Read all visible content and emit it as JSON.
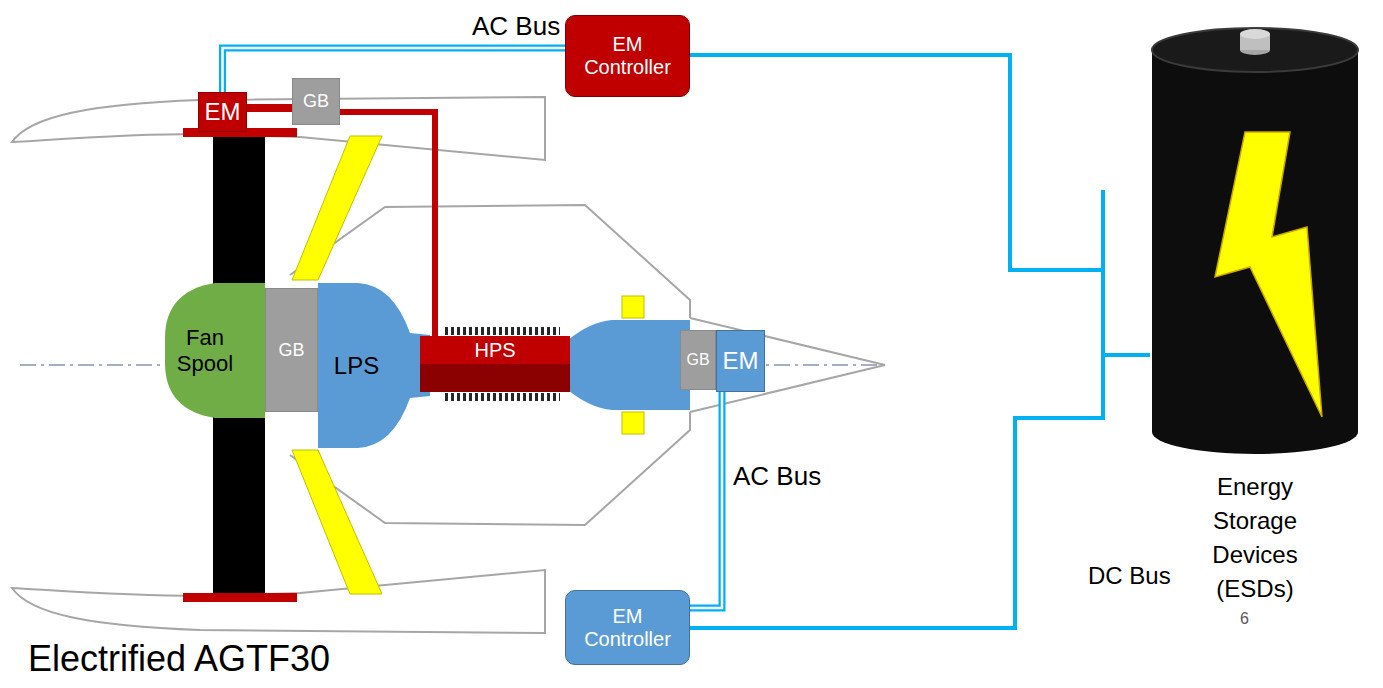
{
  "diagram": {
    "caption": "Electrified AGTF30",
    "nodes": [
      {
        "text": [
          "EM"
        ]
      },
      {
        "text": [
          "GB"
        ]
      },
      {
        "text": [
          "EM Controller"
        ]
      },
      {
        "text": [
          "Fan Spool"
        ]
      },
      {
        "text": [
          "GB"
        ]
      },
      {
        "text": [
          "LPS"
        ]
      },
      {
        "text": [
          "HPS"
        ]
      },
      {
        "text": [
          "GB"
        ]
      },
      {
        "text": [
          "EM"
        ]
      },
      {
        "text": [
          "EM Controller"
        ]
      },
      {
        "text": [
          "Energy Storage Devices (ESDs)"
        ]
      }
    ],
    "edges": [
      {
        "from": 0,
        "to": 1,
        "arrow": "none"
      },
      {
        "from": 1,
        "to": 6,
        "arrow": "none"
      },
      {
        "from": 0,
        "to": 2,
        "label": "AC Bus",
        "arrow": "none"
      },
      {
        "from": 8,
        "to": 9,
        "label": "AC Bus",
        "arrow": "none"
      },
      {
        "from": 2,
        "to": 10,
        "arrow": "none"
      },
      {
        "from": 9,
        "to": 10,
        "arrow": "none"
      }
    ],
    "labels": [
      "DC Bus",
      "6"
    ]
  }
}
